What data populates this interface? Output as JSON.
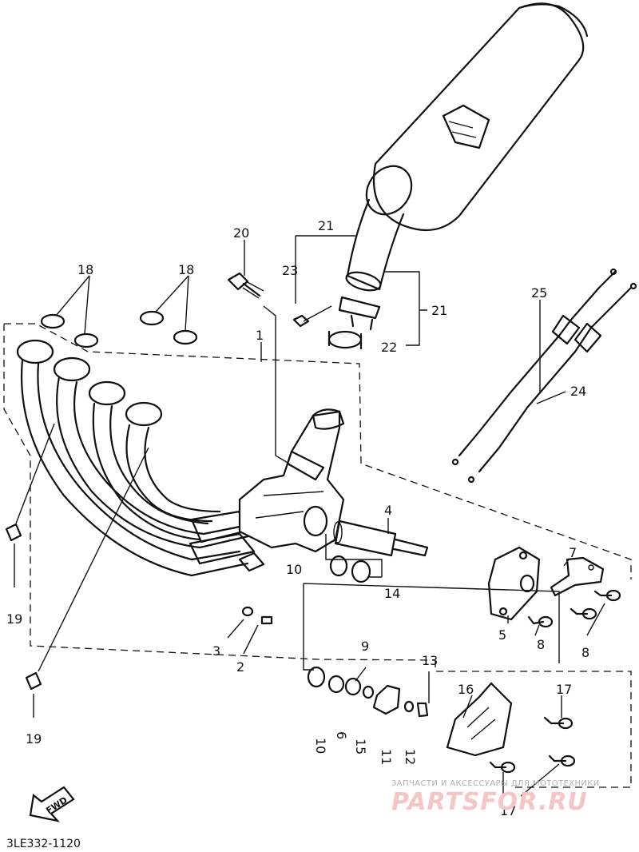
{
  "diagram": {
    "code": "3LE332-1120",
    "fwd_label": "FWD",
    "watermark": {
      "line1": "ЗАПЧАСТИ И АКСЕССУАРЫ ДЛЯ МОТОТЕХНИКИ",
      "line2": "PARTSFOR.RU"
    },
    "callouts": [
      {
        "id": "c1",
        "label": "1"
      },
      {
        "id": "c2",
        "label": "2"
      },
      {
        "id": "c3",
        "label": "3"
      },
      {
        "id": "c4",
        "label": "4"
      },
      {
        "id": "c5",
        "label": "5"
      },
      {
        "id": "c6",
        "label": "6"
      },
      {
        "id": "c7",
        "label": "7"
      },
      {
        "id": "c8a",
        "label": "8"
      },
      {
        "id": "c8b",
        "label": "8"
      },
      {
        "id": "c9",
        "label": "9"
      },
      {
        "id": "c10a",
        "label": "10"
      },
      {
        "id": "c10b",
        "label": "10"
      },
      {
        "id": "c11",
        "label": "11"
      },
      {
        "id": "c12",
        "label": "12"
      },
      {
        "id": "c13",
        "label": "13"
      },
      {
        "id": "c14",
        "label": "14"
      },
      {
        "id": "c15",
        "label": "15"
      },
      {
        "id": "c16",
        "label": "16"
      },
      {
        "id": "c17a",
        "label": "17"
      },
      {
        "id": "c17b",
        "label": "17"
      },
      {
        "id": "c18a",
        "label": "18"
      },
      {
        "id": "c18b",
        "label": "18"
      },
      {
        "id": "c19a",
        "label": "19"
      },
      {
        "id": "c19b",
        "label": "19"
      },
      {
        "id": "c20",
        "label": "20"
      },
      {
        "id": "c21a",
        "label": "21"
      },
      {
        "id": "c21b",
        "label": "21"
      },
      {
        "id": "c22",
        "label": "22"
      },
      {
        "id": "c23",
        "label": "23"
      },
      {
        "id": "c24",
        "label": "24"
      },
      {
        "id": "c25",
        "label": "25"
      }
    ]
  }
}
